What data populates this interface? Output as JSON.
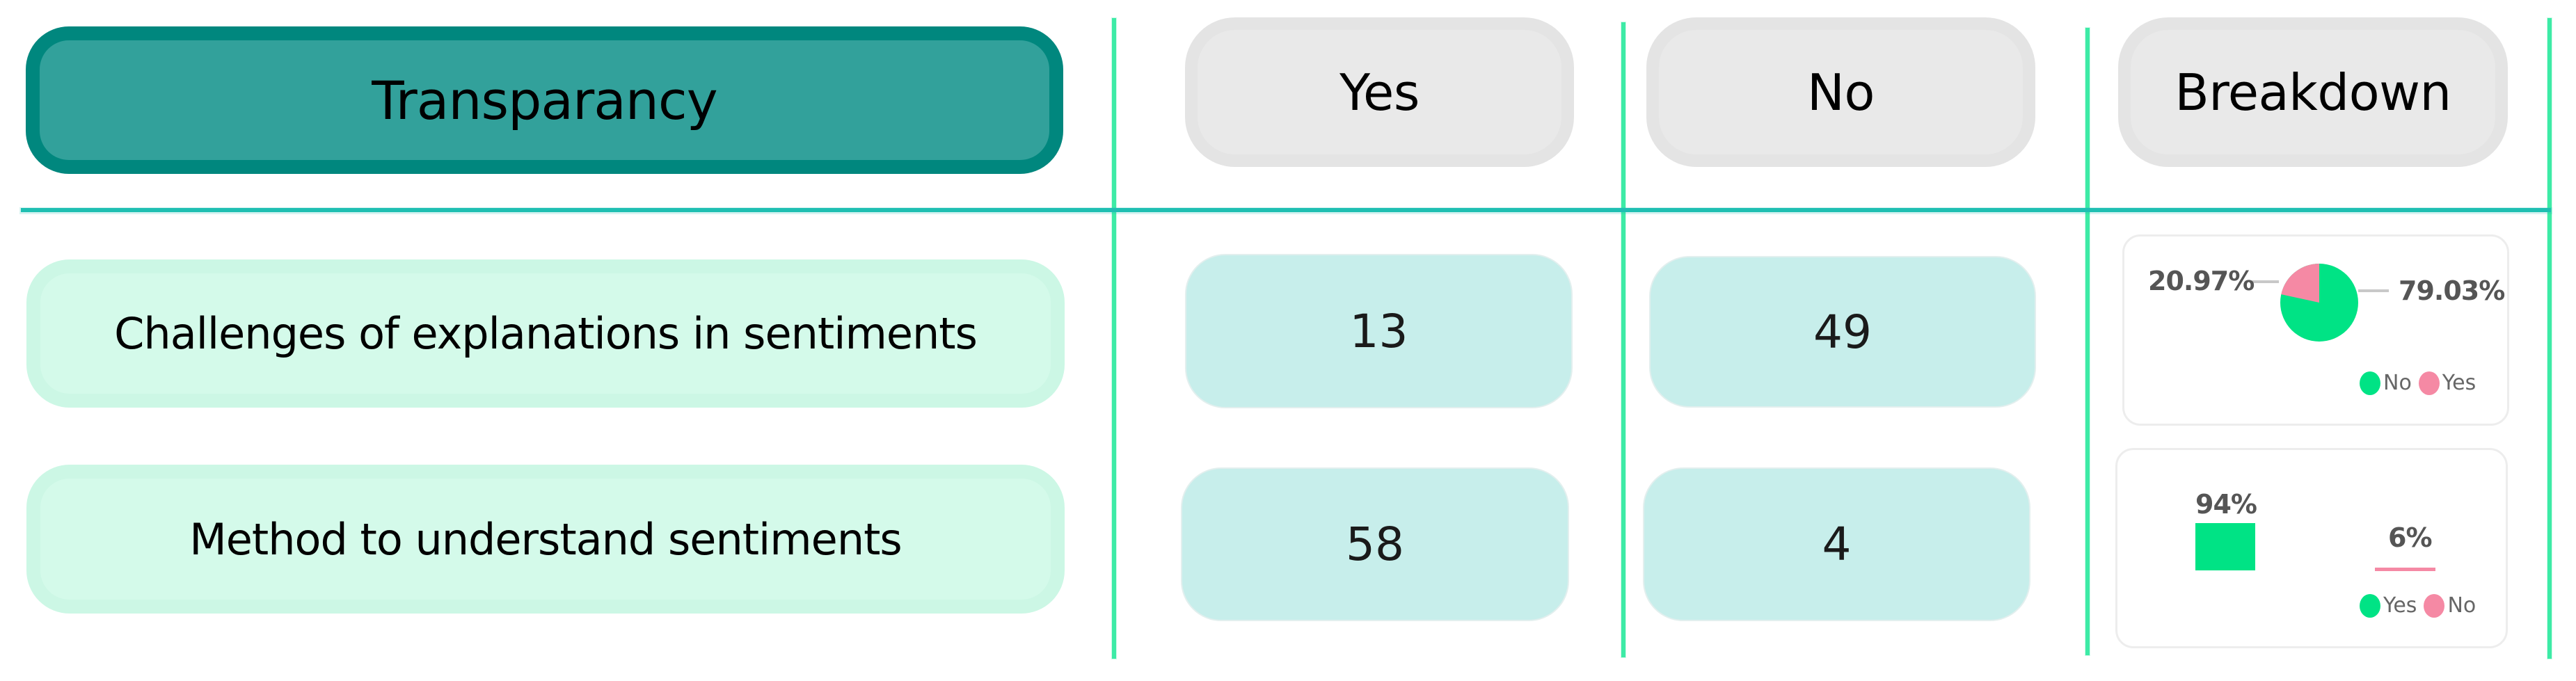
{
  "header": {
    "title": "Transparancy",
    "columns": [
      {
        "label": "Yes"
      },
      {
        "label": "No"
      },
      {
        "label": "Breakdown"
      }
    ]
  },
  "rows": [
    {
      "label": "Challenges of explanations in sentiments",
      "yes": "13",
      "no": "49",
      "breakdown": {
        "chart_type": "pie",
        "labels": {
          "left": "20.97%",
          "right": "79.03%"
        },
        "legend": [
          "No",
          "Yes"
        ]
      }
    },
    {
      "label": "Method to understand sentiments",
      "yes": "58",
      "no": "4",
      "breakdown": {
        "chart_type": "bar",
        "labels": {
          "first": "94%",
          "second": "6%"
        },
        "legend": [
          "Yes",
          "No"
        ]
      }
    }
  ],
  "colors": {
    "yes_green": "#00E385",
    "no_pink": "#F589A4",
    "grid_line": "#3DEBA6",
    "header_rule": "#1FBFB2",
    "title_fill": "#32A19B",
    "title_border": "#00877E",
    "label_fill": "#D4FAEA",
    "value_fill": "#C7EEEB",
    "column_header_fill": "#E9E9E9"
  },
  "chart_data": [
    {
      "type": "pie",
      "title": "Challenges of explanations in sentiments",
      "categories": [
        "No",
        "Yes"
      ],
      "values": [
        79.03,
        20.97
      ],
      "counts": [
        49,
        13
      ],
      "colors": [
        "#00E385",
        "#F589A4"
      ],
      "data_labels": [
        "79.03%",
        "20.97%"
      ],
      "legend": [
        "No",
        "Yes"
      ],
      "legend_position": "bottom-right"
    },
    {
      "type": "bar",
      "title": "Method to understand sentiments",
      "categories": [
        "Yes",
        "No"
      ],
      "values": [
        94,
        6
      ],
      "counts": [
        58,
        4
      ],
      "colors": [
        "#00E385",
        "#F589A4"
      ],
      "data_labels": [
        "94%",
        "6%"
      ],
      "legend": [
        "Yes",
        "No"
      ],
      "legend_position": "bottom-right",
      "grid": false
    }
  ]
}
